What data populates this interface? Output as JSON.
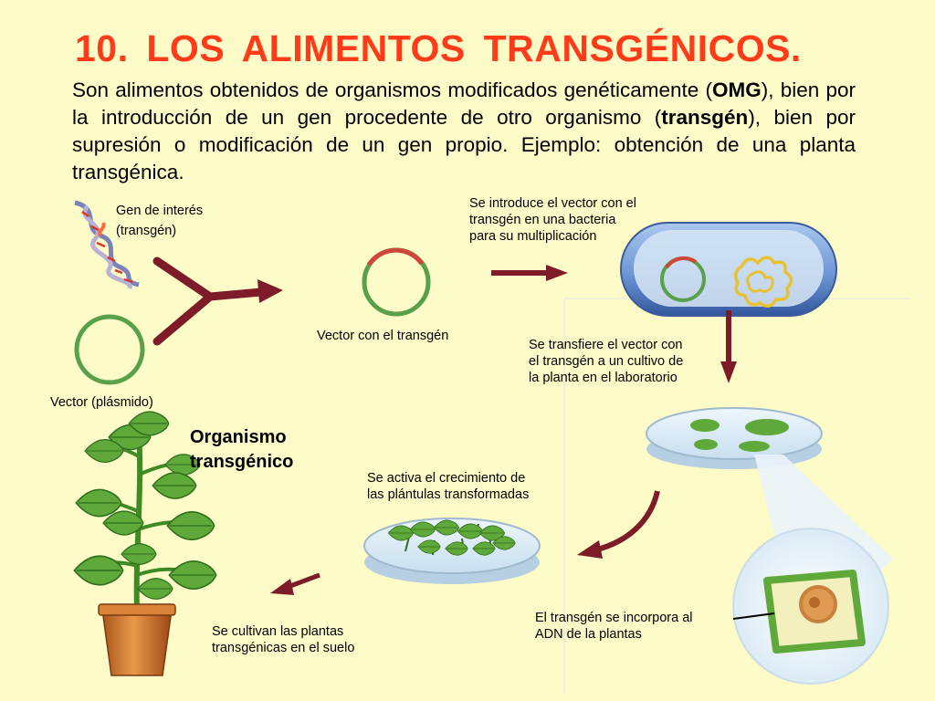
{
  "title": "10. LOS ALIMENTOS TRANSGÉNICOS.",
  "intro": {
    "t1": "Son alimentos obtenidos de organismos modificados genéticamente (",
    "b1": "OMG",
    "t2": "), bien por la introducción de un gen procedente de otro organismo (",
    "b2": "transgén",
    "t3": "), bien por supresión o modificación de un gen propio. Ejemplo: obtención de una planta transgénica."
  },
  "labels": {
    "gene": [
      "Gen de interés",
      "(transgén)"
    ],
    "vector": "Vector (plásmido)",
    "vector_transgene": "Vector con el transgén",
    "bacteria": [
      "Se introduce el vector con el",
      "transgén en una bacteria",
      "para su multiplicación"
    ],
    "transfer": [
      "Se transfiere el vector con",
      "el transgén a un cultivo de",
      "la planta en el laboratorio"
    ],
    "organism": [
      "Organismo",
      "transgénico"
    ],
    "growth": [
      "Se activa el crecimiento de",
      "las plántulas transformadas"
    ],
    "cultivate": [
      "Se cultivan las plantas",
      "transgénicas en el suelo"
    ],
    "incorporate": [
      "El transgén se incorpora al",
      "ADN de la plantas"
    ]
  },
  "colors": {
    "title": "#ff3b1a",
    "background": "#fdfbc8",
    "arrow": "#7d1c28",
    "plasmid": "#58a04a",
    "dna_red": "#c43a2c"
  },
  "icons": [
    "dna-icon",
    "plasmid-icon",
    "bacteria-icon",
    "petri-dish-icon",
    "seedlings-dish-icon",
    "plant-cell-icon",
    "potted-plant-icon"
  ]
}
